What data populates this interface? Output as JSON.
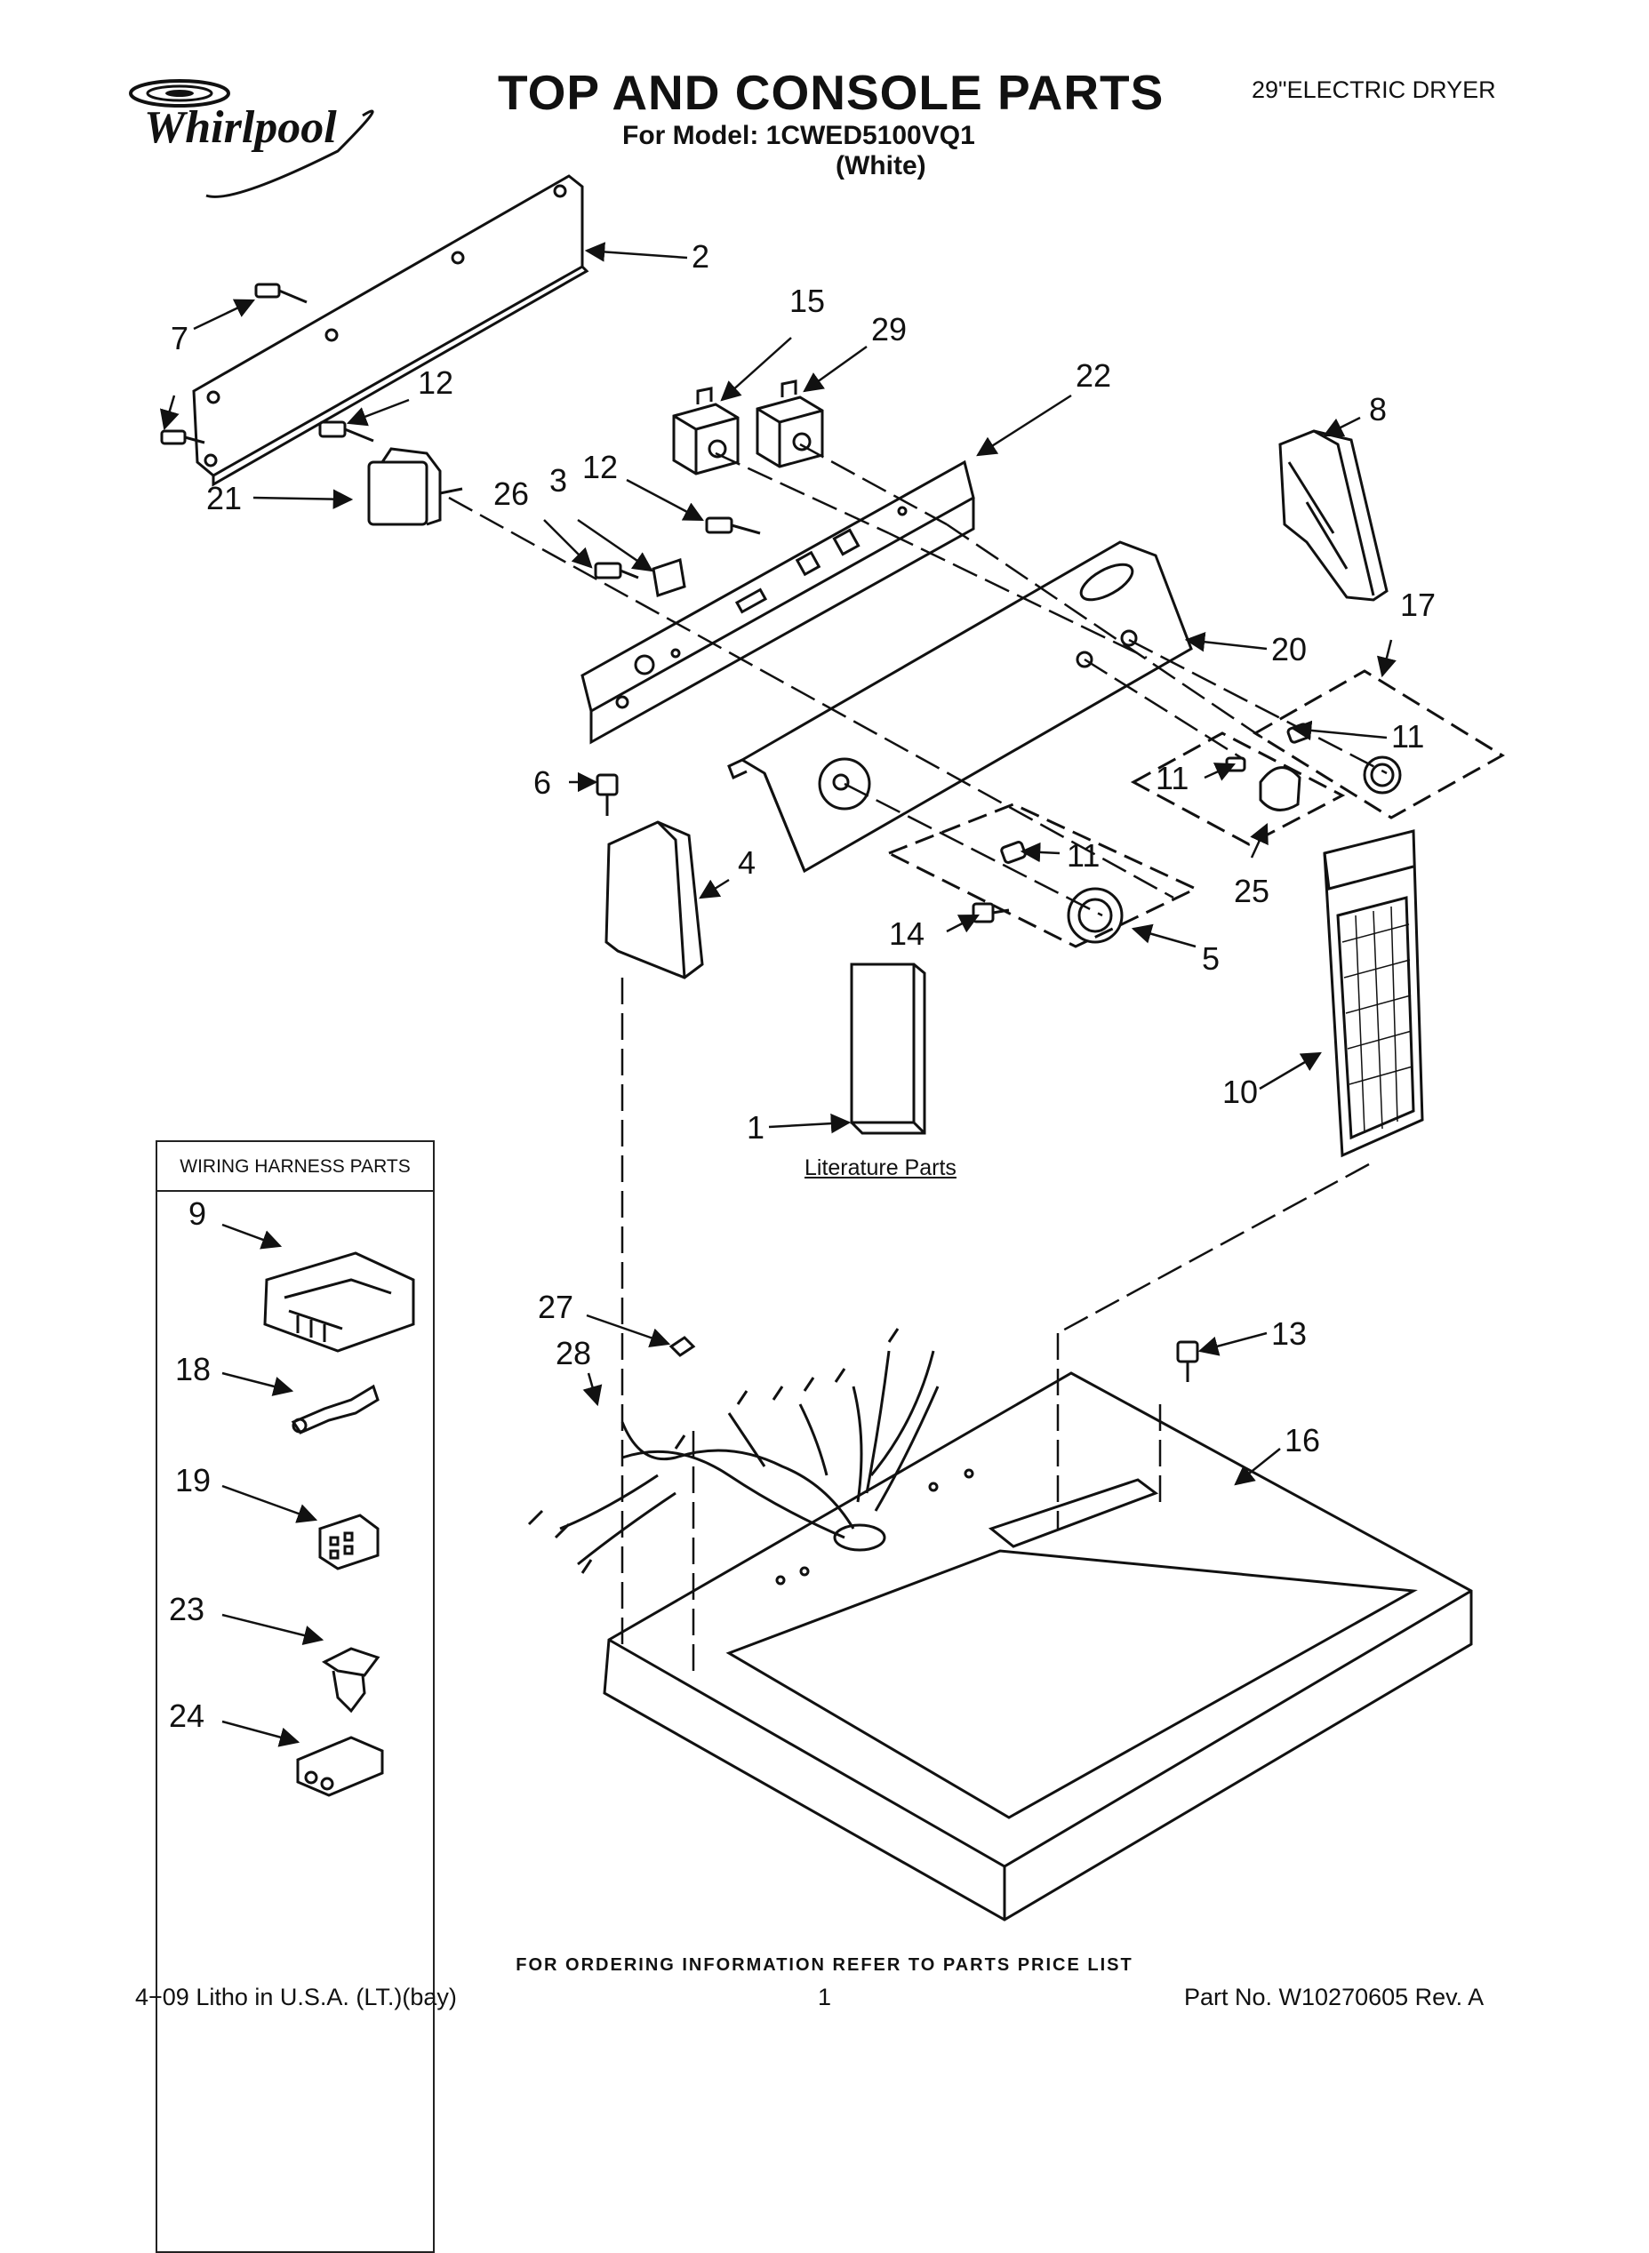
{
  "header": {
    "brand": "Whirlpool",
    "title": "TOP AND CONSOLE PARTS",
    "model_line": "For Model: 1CWED5100VQ1",
    "color_line": "(White)",
    "product": "29\"ELECTRIC DRYER"
  },
  "callouts": {
    "c1": "1",
    "c2": "2",
    "c3": "3",
    "c4": "4",
    "c5": "5",
    "c6": "6",
    "c7": "7",
    "c8": "8",
    "c9": "9",
    "c10": "10",
    "c11a": "11",
    "c11b": "11",
    "c11c": "11",
    "c12a": "12",
    "c12b": "12",
    "c13": "13",
    "c14": "14",
    "c15": "15",
    "c16": "16",
    "c17": "17",
    "c18": "18",
    "c19": "19",
    "c20": "20",
    "c21": "21",
    "c22": "22",
    "c23": "23",
    "c24": "24",
    "c25": "25",
    "c26": "26",
    "c27": "27",
    "c28": "28",
    "c29": "29"
  },
  "literature": {
    "label": "Literature Parts"
  },
  "wiring_harness": {
    "title": "WIRING HARNESS PARTS"
  },
  "footer": {
    "ordering_note": "FOR ORDERING INFORMATION REFER TO PARTS PRICE LIST",
    "litho": "4−09 Litho in U.S.A. (LT.)(bay)",
    "page": "1",
    "part_no": "Part No. W10270605 Rev. A"
  }
}
